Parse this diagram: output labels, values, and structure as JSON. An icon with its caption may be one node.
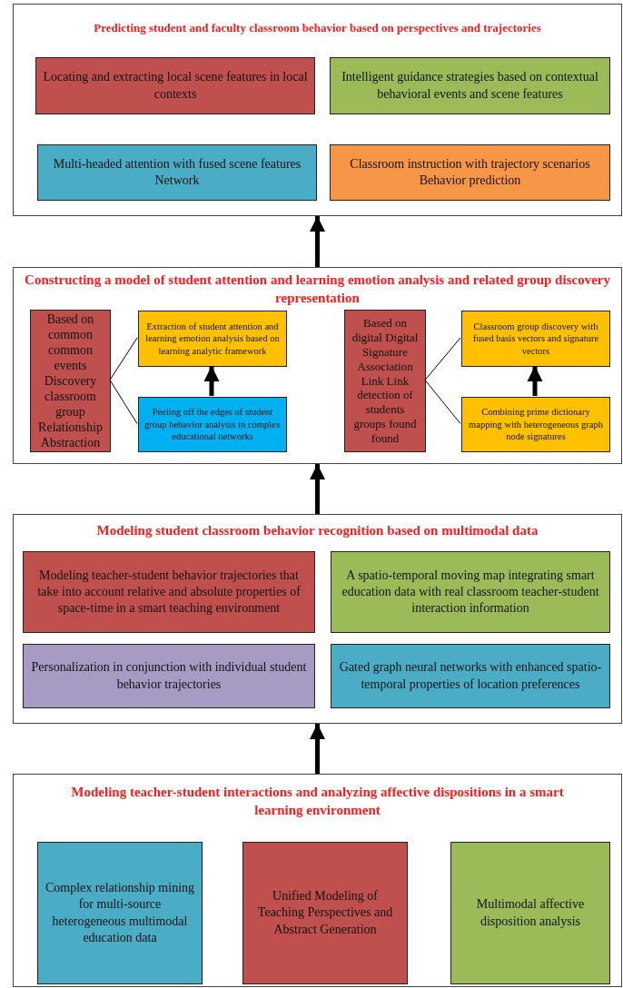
{
  "diagram": {
    "nodes": [
      {
        "text": [
          "Predicting student and faculty classroom behavior based on perspectives and trajectories"
        ]
      },
      {
        "text": [
          "Locating and extracting local scene features in local contexts"
        ],
        "in": 0
      },
      {
        "text": [
          "Intelligent guidance strategies based on contextual behavioral events and scene features"
        ],
        "in": 0
      },
      {
        "text": [
          "Multi-headed attention with fused scene features Network"
        ],
        "in": 0
      },
      {
        "text": [
          "Classroom instruction with trajectory scenarios Behavior prediction"
        ],
        "in": 0
      },
      {
        "text": [
          "Constructing a model of student attention and learning emotion analysis and related group discovery representation"
        ]
      },
      {
        "text": [
          "Based on common common events Discovery classroom group Relationship Abstraction"
        ],
        "in": 5
      },
      {
        "text": [
          "Extraction of student attention and learning emotion analysis based on learning analytic framework"
        ],
        "in": 5
      },
      {
        "text": [
          "Peeling off the edges of student group behavior analysis in complex educational networks"
        ],
        "in": 5
      },
      {
        "text": [
          "Based on digital Digital Signature Association Link Link detection of students groups found found"
        ],
        "in": 5
      },
      {
        "text": [
          "Classroom group discovery with fused basis vectors and signature vectors"
        ],
        "in": 5
      },
      {
        "text": [
          "Combining prime dictionary mapping with heterogeneous graph node signatures"
        ],
        "in": 5
      },
      {
        "text": [
          "Modeling student classroom behavior recognition based on multimodal data"
        ]
      },
      {
        "text": [
          "Modeling teacher-student behavior trajectories that take into account relative and absolute properties of space-time in a smart teaching environment"
        ],
        "in": 12
      },
      {
        "text": [
          "A spatio-temporal moving map integrating smart education data with real classroom teacher-student interaction information"
        ],
        "in": 12
      },
      {
        "text": [
          "Personalization in conjunction with individual student behavior trajectories"
        ],
        "in": 12
      },
      {
        "text": [
          "Gated graph neural networks with enhanced spatio-temporal properties of location preferences"
        ],
        "in": 12
      },
      {
        "text": [
          "Modeling teacher-student interactions and analyzing affective dispositions in a smart learning environment"
        ]
      },
      {
        "text": [
          "Complex relationship mining for multi-source heterogeneous multimodal education data"
        ],
        "in": 17
      },
      {
        "text": [
          "Unified Modeling of Teaching Perspectives and Abstract Generation"
        ],
        "in": 17
      },
      {
        "text": [
          "Multimodal affective disposition analysis"
        ],
        "in": 17
      }
    ],
    "edges": [
      {
        "from": 17,
        "to": 12,
        "arrow": "to"
      },
      {
        "from": 12,
        "to": 5,
        "arrow": "to"
      },
      {
        "from": 5,
        "to": 0,
        "arrow": "to"
      },
      {
        "from": 6,
        "to": 7,
        "arrow": "none"
      },
      {
        "from": 6,
        "to": 8,
        "arrow": "none"
      },
      {
        "from": 8,
        "to": 7,
        "arrow": "to"
      },
      {
        "from": 9,
        "to": 10,
        "arrow": "none"
      },
      {
        "from": 9,
        "to": 11,
        "arrow": "none"
      },
      {
        "from": 11,
        "to": 10,
        "arrow": "to"
      }
    ]
  }
}
